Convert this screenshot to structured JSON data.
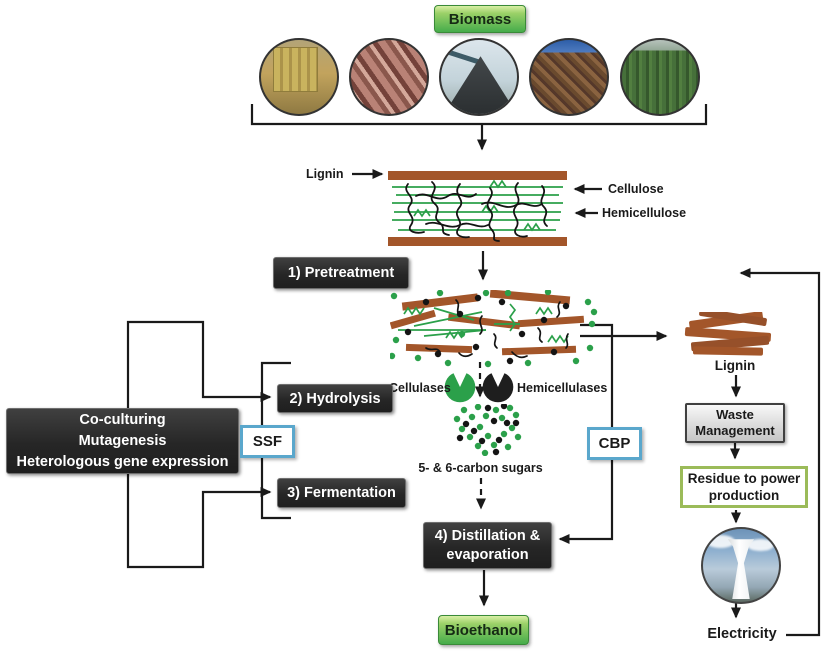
{
  "colors": {
    "green_button_top": "#d9efa5",
    "green_button_bottom": "#46ac4b",
    "dark_box": "#262626",
    "brown_lignin": "#a3562a",
    "green_cellulose": "#2ba04a",
    "blue_border": "#5aa7cc",
    "residue_border": "#9bbb59",
    "gray_box": "#d9d9d9"
  },
  "top": {
    "biomass_label": "Biomass",
    "photos": [
      "hay-bale",
      "wood-waste",
      "coal-pile",
      "organic-waste",
      "energy-crops"
    ]
  },
  "structure": {
    "lignin_label": "Lignin",
    "cellulose_label": "Cellulose",
    "hemicellulose_label": "Hemicellulose"
  },
  "steps": {
    "pretreatment": "1) Pretreatment",
    "hydrolysis": "2) Hydrolysis",
    "fermentation": "3) Fermentation",
    "distillation": "4) Distillation & evaporation"
  },
  "enzymes": {
    "cellulases": "Cellulases",
    "hemicellulases": "Hemicellulases"
  },
  "sugars_label": "5- & 6-carbon sugars",
  "strategies": {
    "lines": [
      "Co-culturing",
      "Mutagenesis",
      "Heterologous gene expression"
    ]
  },
  "process_routes": {
    "ssf": "SSF",
    "cbp": "CBP"
  },
  "right_branch": {
    "lignin_label": "Lignin",
    "waste_management": "Waste Management",
    "residue": "Residue to power production",
    "electricity": "Electricity"
  },
  "bottom": {
    "bioethanol_label": "Bioethanol"
  }
}
